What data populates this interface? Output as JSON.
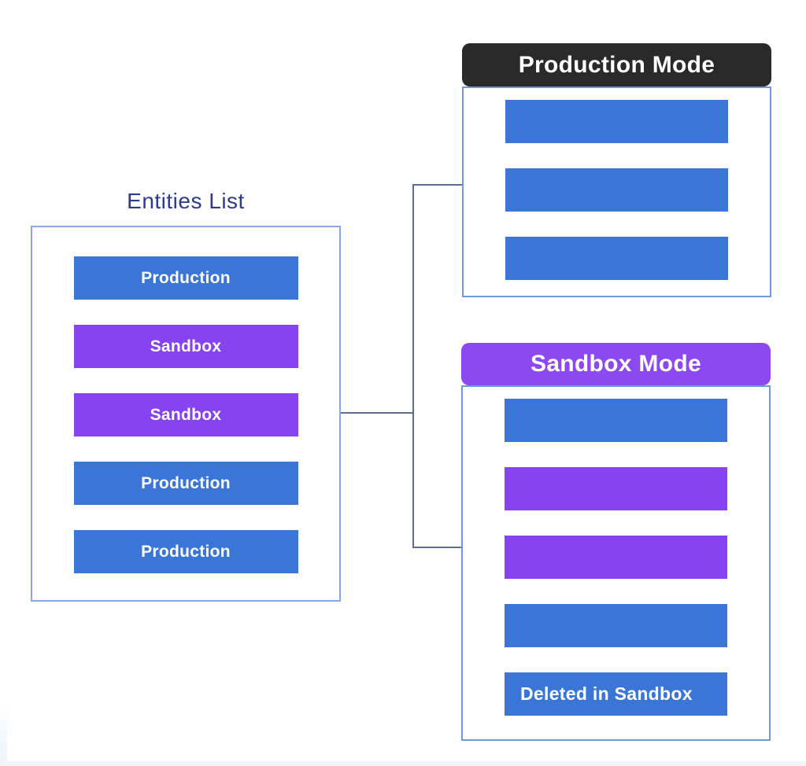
{
  "colors": {
    "production_blue": "#3b76d6",
    "sandbox_purple": "#8843f1",
    "production_mode_header_bg": "#2a2a2a",
    "sandbox_mode_header_bg": "#8b49ef",
    "entities_box_border": "#8aa6e6",
    "mode_box_border": "#6d99e0",
    "connector_line": "#5c6d96",
    "title_text": "#2e3a8c",
    "bar_text": "#ffffff"
  },
  "entities_list": {
    "title": "Entities List",
    "items": [
      {
        "label": "Production",
        "type": "production"
      },
      {
        "label": "Sandbox",
        "type": "sandbox"
      },
      {
        "label": "Sandbox",
        "type": "sandbox"
      },
      {
        "label": "Production",
        "type": "production"
      },
      {
        "label": "Production",
        "type": "production"
      }
    ]
  },
  "production_mode": {
    "title": "Production Mode",
    "items": [
      {
        "label": "",
        "type": "production"
      },
      {
        "label": "",
        "type": "production"
      },
      {
        "label": "",
        "type": "production"
      }
    ]
  },
  "sandbox_mode": {
    "title": "Sandbox Mode",
    "items": [
      {
        "label": "",
        "type": "production"
      },
      {
        "label": "",
        "type": "sandbox"
      },
      {
        "label": "",
        "type": "sandbox"
      },
      {
        "label": "",
        "type": "production"
      },
      {
        "label": "Deleted in Sandbox",
        "type": "production"
      }
    ]
  }
}
